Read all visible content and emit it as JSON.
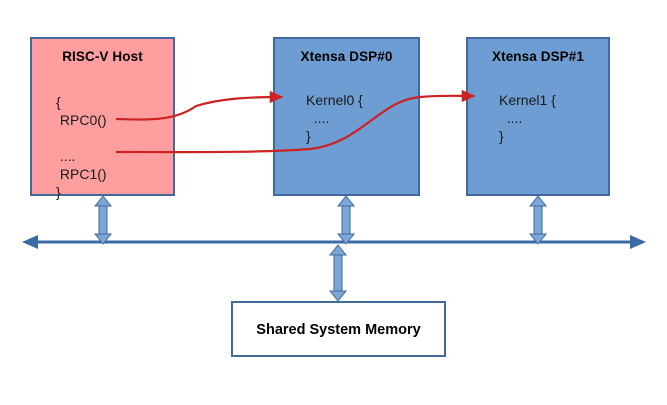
{
  "diagram": {
    "title": "RISC-V host with Xtensa DSP RPC offload over shared system memory",
    "colors": {
      "host_fill": "#FF9E9E",
      "dsp_fill": "#6E9DD3",
      "box_border": "#41699B",
      "memory_fill": "#FFFFFF",
      "bus_color": "#3A6BA5",
      "connector_color": "#6E9DD3",
      "rpc_arrow_color": "#CC2222",
      "background": "#FFFFFF"
    },
    "nodes": {
      "host": {
        "title": "RISC-V Host",
        "code_lines": [
          "{",
          " RPC0()",
          "",
          " ....",
          " RPC1()",
          "}"
        ],
        "code_text": "{\n RPC0()\n\n ....\n RPC1()\n}"
      },
      "dsp0": {
        "title": "Xtensa DSP#0",
        "code_lines": [
          "Kernel0 {",
          "  ....",
          "}"
        ],
        "code_text": "Kernel0 {\n  ....\n}"
      },
      "dsp1": {
        "title": "Xtensa DSP#1",
        "code_lines": [
          "Kernel1 {",
          "  ....",
          "}"
        ],
        "code_text": "Kernel1 {\n  ....\n}"
      },
      "memory": {
        "title": "Shared System Memory"
      }
    },
    "edges": {
      "rpc0_to_kernel0": {
        "from": "RPC0()",
        "to": "Kernel0",
        "style": "curved-arrow",
        "color": "#CC2222"
      },
      "rpc1_to_kernel1": {
        "from": "RPC1()",
        "to": "Kernel1",
        "style": "curved-arrow",
        "color": "#CC2222"
      },
      "host_to_bus": {
        "style": "double-arrow",
        "color": "#6E9DD3"
      },
      "dsp0_to_bus": {
        "style": "double-arrow",
        "color": "#6E9DD3"
      },
      "dsp1_to_bus": {
        "style": "double-arrow",
        "color": "#6E9DD3"
      },
      "bus_to_memory": {
        "style": "double-arrow",
        "color": "#6E9DD3"
      },
      "system_bus": {
        "style": "double-arrow-horizontal",
        "color": "#3A6BA5"
      }
    }
  }
}
